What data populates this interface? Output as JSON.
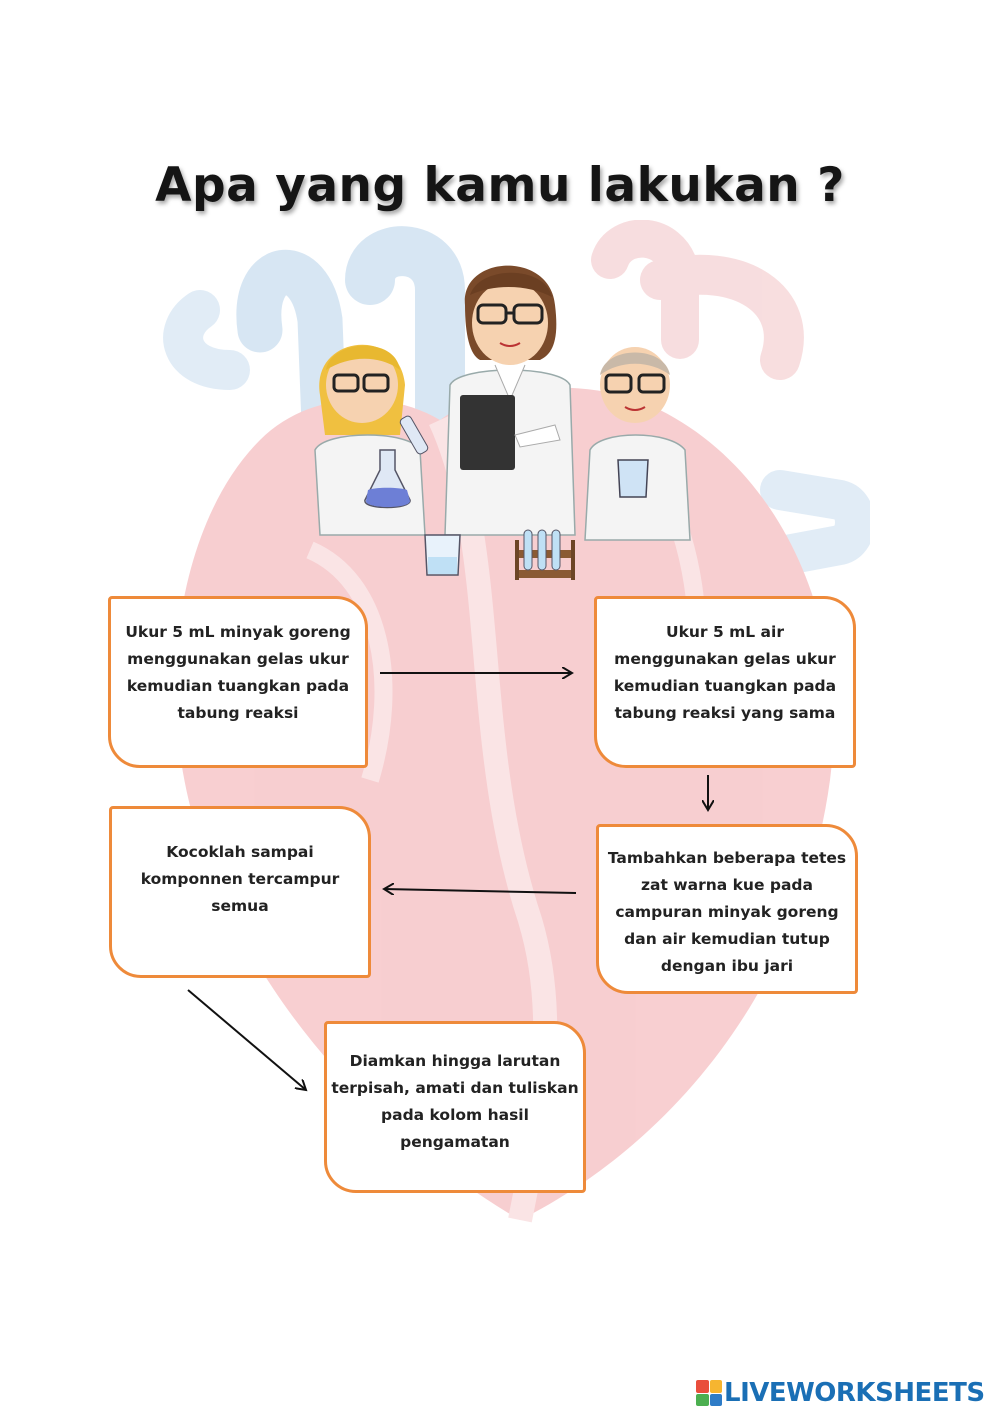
{
  "title": "Apa yang kamu lakukan ?",
  "steps": [
    {
      "text": "Ukur 5 mL minyak goreng\nmenggunakan gelas ukur\nkemudian tuangkan pada\ntabung reaksi"
    },
    {
      "text": "Ukur 5 mL air\nmenggunakan gelas ukur\nkemudian tuangkan pada\ntabung reaksi yang sama"
    },
    {
      "text": "Tambahkan beberapa tetes\nzat warna kue pada\ncampuran minyak goreng\ndan air kemudian tutup\ndengan ibu jari"
    },
    {
      "text": "Kocoklah sampai\nkomponnen tercampur\nsemua"
    },
    {
      "text": "Diamkan hingga larutan\nterpisah, amati dan tuliskan\npada kolom hasil\npengamatan"
    }
  ],
  "brand": {
    "name": "LIVEWORKSHEETS"
  },
  "colors": {
    "box_border": "#ee8a3a",
    "brand": "#1a6fb5",
    "heart": "#f2b0b3",
    "heart_vessel": "#b8d3ea"
  },
  "icons": [
    "heart-background",
    "scientist-teacher",
    "scientist-girl",
    "scientist-boy",
    "beaker-icon",
    "test-tube-rack-icon"
  ]
}
